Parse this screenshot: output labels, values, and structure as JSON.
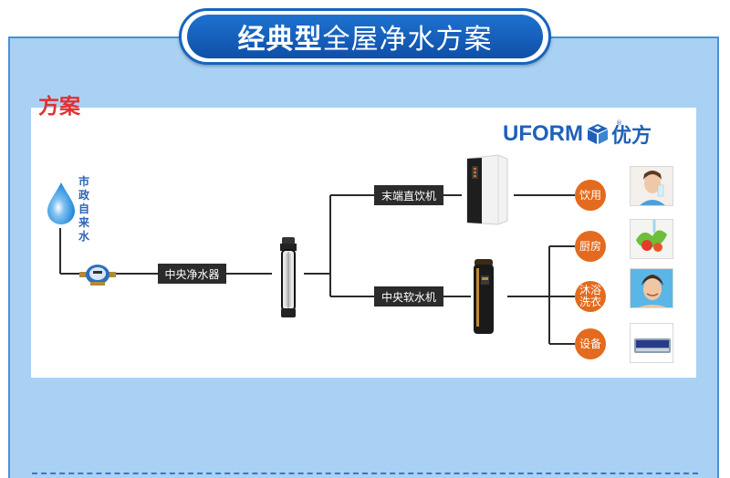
{
  "header": {
    "title_bold": "经典型",
    "title_rest": "全屋净水方案"
  },
  "section": {
    "label": "方案"
  },
  "brand": {
    "name": "UFORM",
    "name_cn": "优方",
    "mark": "®"
  },
  "source": {
    "label": [
      "市",
      "政",
      "自",
      "来",
      "水"
    ]
  },
  "nodes": {
    "central_purifier": "中央净水器",
    "terminal_drinking": "末端直饮机",
    "central_softener": "中央软水机"
  },
  "uses": [
    {
      "label": "饮用",
      "icon": "drinking-photo"
    },
    {
      "label": "厨房",
      "icon": "kitchen-photo"
    },
    {
      "label": "沐浴\n洗衣",
      "icon": "shower-photo"
    },
    {
      "label": "设备",
      "icon": "appliance-photo"
    }
  ],
  "colors": {
    "panel": "#a9d1f3",
    "title": "#1565c0",
    "accent": "#e36a1e",
    "brand": "#1f61b8",
    "section_label": "#e03030"
  }
}
